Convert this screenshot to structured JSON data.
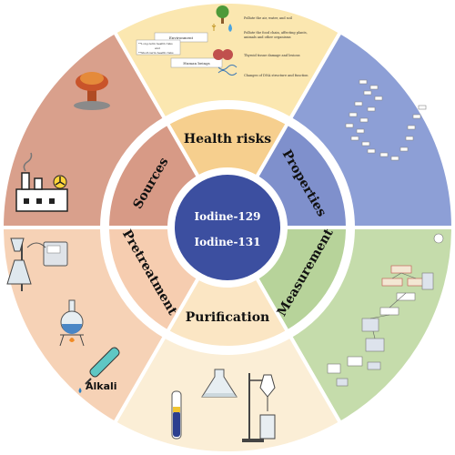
{
  "center": {
    "line1": "Iodine-129",
    "line2": "Iodine-131",
    "color": "#3c4fa0"
  },
  "inner_ring": [
    {
      "label": "Health risks",
      "color": "#f6cf8e"
    },
    {
      "label": "Properties",
      "color": "#7f90cc"
    },
    {
      "label": "Measurement",
      "color": "#b7d39a"
    },
    {
      "label": "Purification",
      "color": "#fbe6c4"
    },
    {
      "label": "Pretreatment",
      "color": "#f6cdb0"
    },
    {
      "label": "Sources",
      "color": "#d79a86"
    }
  ],
  "outer_ring": [
    {
      "name": "health-risks-panel",
      "color": "#fbe7b0"
    },
    {
      "name": "properties-panel",
      "color": "#8d9fd6"
    },
    {
      "name": "measurement-panel",
      "color": "#c5dcab"
    },
    {
      "name": "purification-panel",
      "color": "#fbeed6"
    },
    {
      "name": "pretreatment-panel",
      "color": "#f6d2b6"
    },
    {
      "name": "sources-panel",
      "color": "#d9a08c"
    }
  ],
  "health_panel": {
    "environment": "Environment",
    "human_beings": "Human beings",
    "short_long": "**Long-term health risks",
    "and": "and",
    "short_term": "**Short-term health risks",
    "pollute": "Pollute the air, water, and soil",
    "food_chain": "Pollute the food chain, affecting plants,",
    "food_chain2": "animals and other organisms",
    "thyroid": "Thyroid tissue damage and lesions",
    "dna": "Changes of DNA structure and function"
  },
  "pretreatment_panel": {
    "alkali": "Alkali"
  }
}
